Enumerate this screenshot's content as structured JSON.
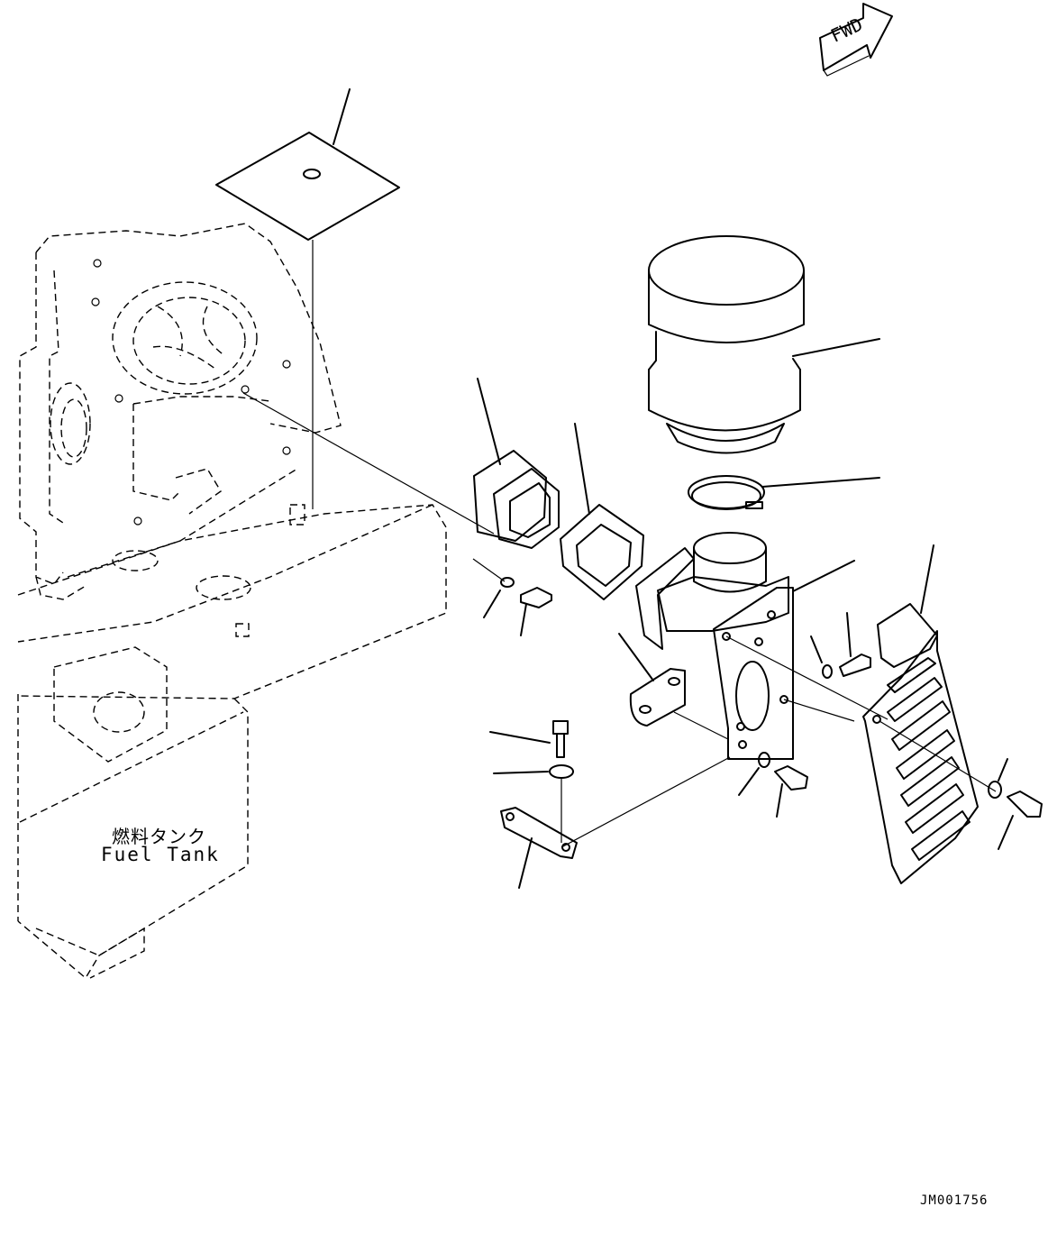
{
  "labels": {
    "fuel_tank_ja": "燃料タンク",
    "fuel_tank_en": "Fuel Tank",
    "forward_arrow": "FWD",
    "drawing_number": "JM001756"
  },
  "colors": {
    "ink": "#000000",
    "paper": "#ffffff"
  }
}
